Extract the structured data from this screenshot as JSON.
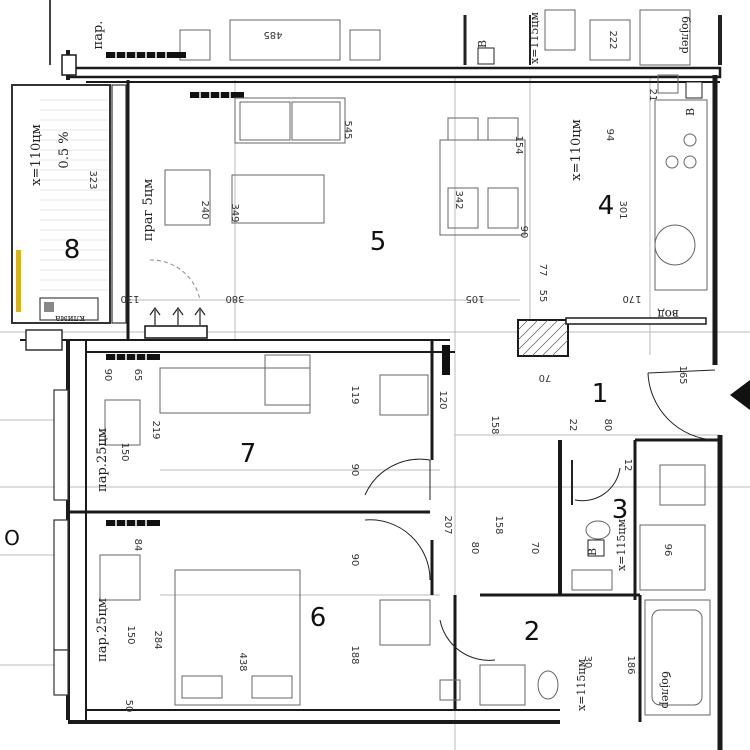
{
  "rooms": [
    {
      "id": "1",
      "label": "1"
    },
    {
      "id": "2",
      "label": "2"
    },
    {
      "id": "3",
      "label": "3"
    },
    {
      "id": "4",
      "label": "4"
    },
    {
      "id": "5",
      "label": "5"
    },
    {
      "id": "6",
      "label": "6"
    },
    {
      "id": "7",
      "label": "7"
    },
    {
      "id": "8",
      "label": "8"
    }
  ],
  "labels": {
    "window_h_left": "x=110цм",
    "slope": "0.5 %",
    "prag": "праг 5цм",
    "window_h_right": "x=115цм",
    "window_h_kitchen": "x=110цм",
    "window_h_bath3": "x=115цм",
    "window_h_bath2": "x=115цм",
    "par_top": "пар.",
    "par_7": "пар.25цм",
    "par_6": "пар.25цм",
    "boiler_top": "бојлер",
    "boiler_bottom": "бојлер",
    "kitchen_tag": "вод",
    "klima": "клима",
    "orient": "O",
    "vent": "В"
  },
  "dimensions": {
    "d485": "485",
    "d545": "545",
    "d154": "154",
    "d94": "94",
    "d21": "21",
    "d301": "301",
    "d323": "323",
    "d240": "240",
    "d349": "349",
    "d342": "342",
    "d90a": "90",
    "d77": "77",
    "d380": "380",
    "d105": "105",
    "d170": "170",
    "d55": "55",
    "d130": "130",
    "d90b": "90",
    "d65": "65",
    "d119": "119",
    "d219": "219",
    "d150a": "150",
    "d90c": "90",
    "d120": "120",
    "d158a": "158",
    "d22": "22",
    "d80a": "80",
    "d70a": "70",
    "d165": "165",
    "d12": "12",
    "d84": "84",
    "d284": "284",
    "d150b": "150",
    "d90d": "90",
    "d438": "438",
    "d188": "188",
    "d50": "50",
    "d207": "207",
    "d158b": "158",
    "d80b": "80",
    "d70b": "70",
    "d96": "96",
    "d186": "186",
    "d30": "30",
    "d222": "222"
  }
}
